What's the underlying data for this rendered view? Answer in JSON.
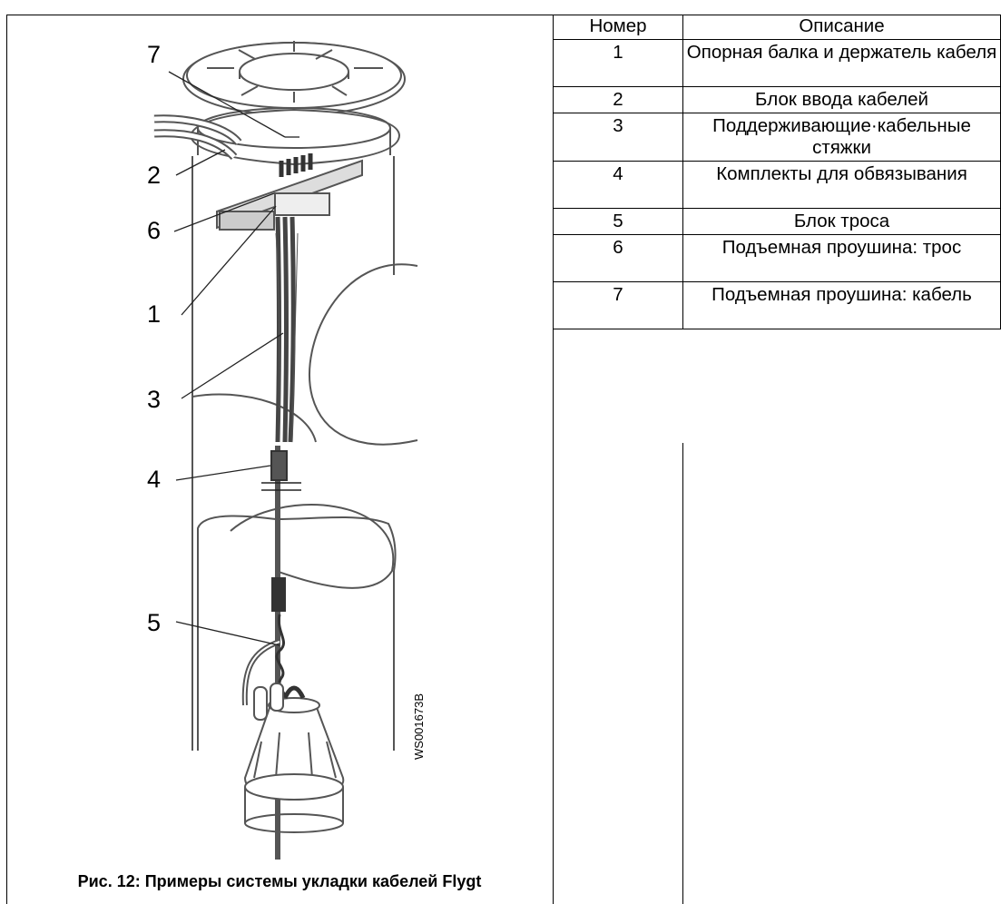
{
  "figure": {
    "callouts": [
      "7",
      "2",
      "6",
      "1",
      "3",
      "4",
      "5"
    ],
    "watermark": "WS001673B",
    "caption": "Рис. 12: Примеры системы укладки кабелей Flygt"
  },
  "table": {
    "headers": [
      "Номер",
      "Описание"
    ],
    "rows": [
      {
        "num": "1",
        "desc": "Опорная балка и держатель кабеля"
      },
      {
        "num": "2",
        "desc": "Блок ввода кабелей"
      },
      {
        "num": "3",
        "desc": "Поддерживающие·кабельные стяжки"
      },
      {
        "num": "4",
        "desc": "Комплекты для обвязывания"
      },
      {
        "num": "5",
        "desc": "Блок троса"
      },
      {
        "num": "6",
        "desc": "Подъемная проушина: трос"
      },
      {
        "num": "7",
        "desc": "Подъемная проушина: кабель"
      }
    ]
  }
}
